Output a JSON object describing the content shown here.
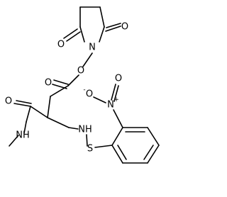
{
  "molecule": {
    "atoms": {
      "o_succ_top": "O",
      "o_succ_left": "O",
      "n_succ": "N",
      "o_ester_link": "O",
      "o_ester_carbonyl": "O",
      "o_amide": "O",
      "nh_amine": "NH",
      "s_sulfenyl": "S",
      "nh_methyl": "NH",
      "n_nitro": "N",
      "o_nitro_top": "O",
      "o_nitro_left": "O"
    },
    "charges": {
      "n_nitro": "+",
      "o_nitro_left": "-"
    }
  }
}
